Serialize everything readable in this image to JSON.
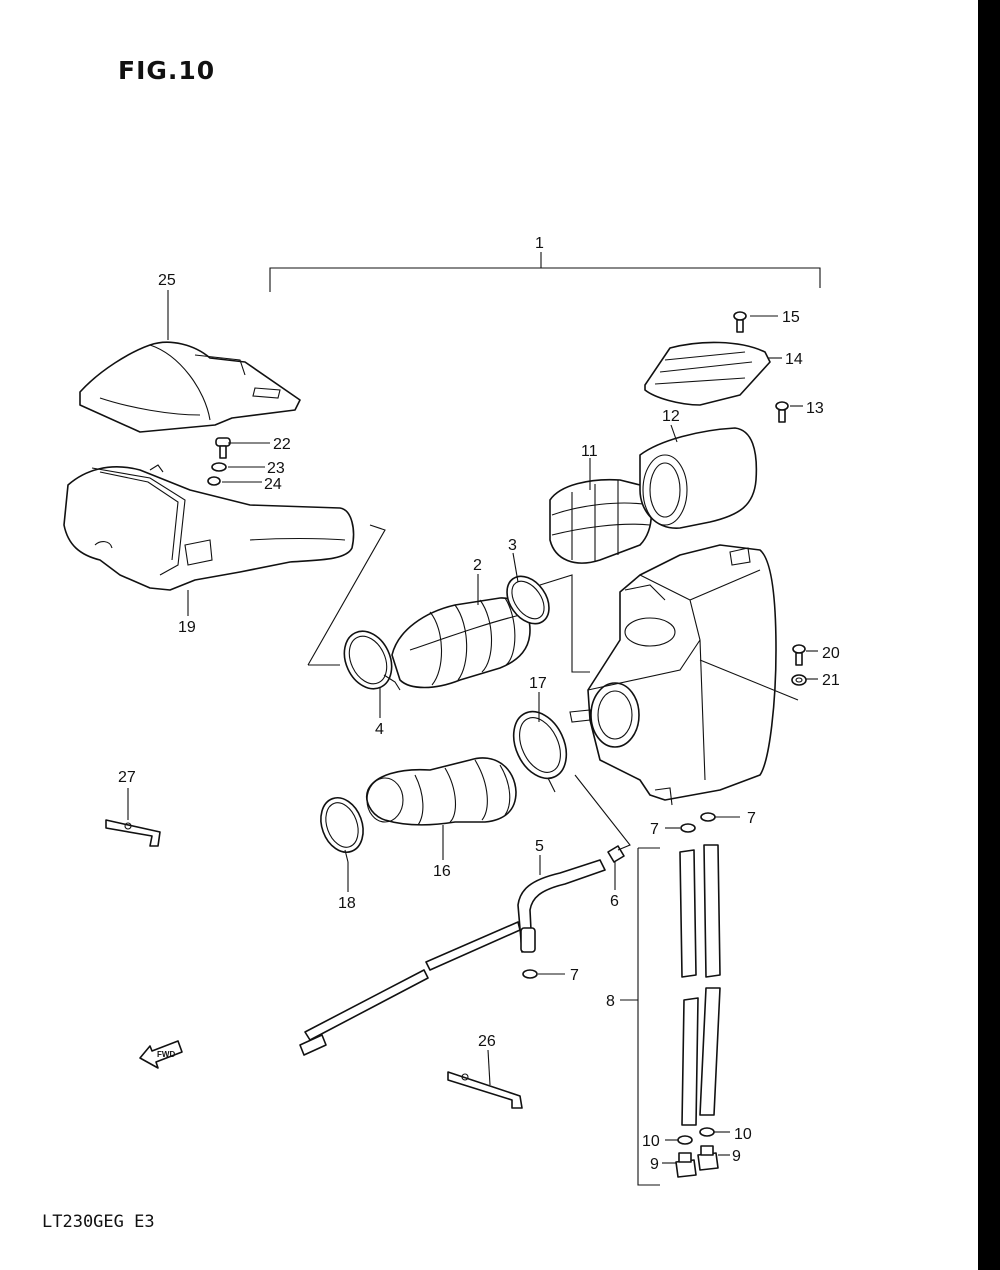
{
  "figure_title": "FIG.10",
  "model_code": "LT230GEG  E3",
  "fwd_label": "FWD",
  "colors": {
    "line": "#111111",
    "background": "#ffffff",
    "edge_bar": "#000000"
  },
  "callouts": {
    "c1": "1",
    "c2": "2",
    "c3": "3",
    "c4": "4",
    "c5": "5",
    "c6": "6",
    "c7a": "7",
    "c7b": "7",
    "c7c": "7",
    "c8": "8",
    "c9a": "9",
    "c9b": "9",
    "c10a": "10",
    "c10b": "10",
    "c11": "11",
    "c12": "12",
    "c13": "13",
    "c14": "14",
    "c15": "15",
    "c16": "16",
    "c17": "17",
    "c18": "18",
    "c19": "19",
    "c20": "20",
    "c21": "21",
    "c22": "22",
    "c23": "23",
    "c24": "24",
    "c25": "25",
    "c26": "26",
    "c27": "27"
  }
}
